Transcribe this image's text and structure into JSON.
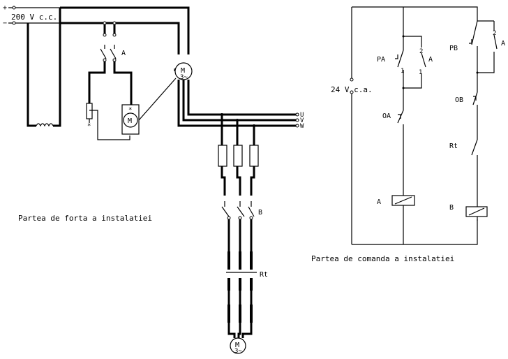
{
  "power_circuit": {
    "caption": "Partea de forta a instalatiei",
    "supply_plus": "+",
    "supply_minus": "−",
    "supply_voltage": "200 V c.c.",
    "contactor_a": "A",
    "contactor_b": "B",
    "thermal_relay": "Rt",
    "phase_u": "U",
    "phase_v": "V",
    "phase_w": "W",
    "motor_symbol": "M",
    "motor_ac_suffix": "3~",
    "rheostat_mark": "*",
    "dc_motor_mark": "*"
  },
  "control_circuit": {
    "caption": "Partea de comanda a instalatiei",
    "supply_voltage": "24 V c.a.",
    "button_pa": "PA",
    "button_pb": "PB",
    "stop_oa": "OA",
    "stop_ob": "OB",
    "relay_rt": "Rt",
    "aux_contact_a": "A",
    "aux_contact_b": "A",
    "coil_a": "A",
    "coil_b": "B",
    "contact_num_1": "1",
    "contact_num_2": "2"
  }
}
